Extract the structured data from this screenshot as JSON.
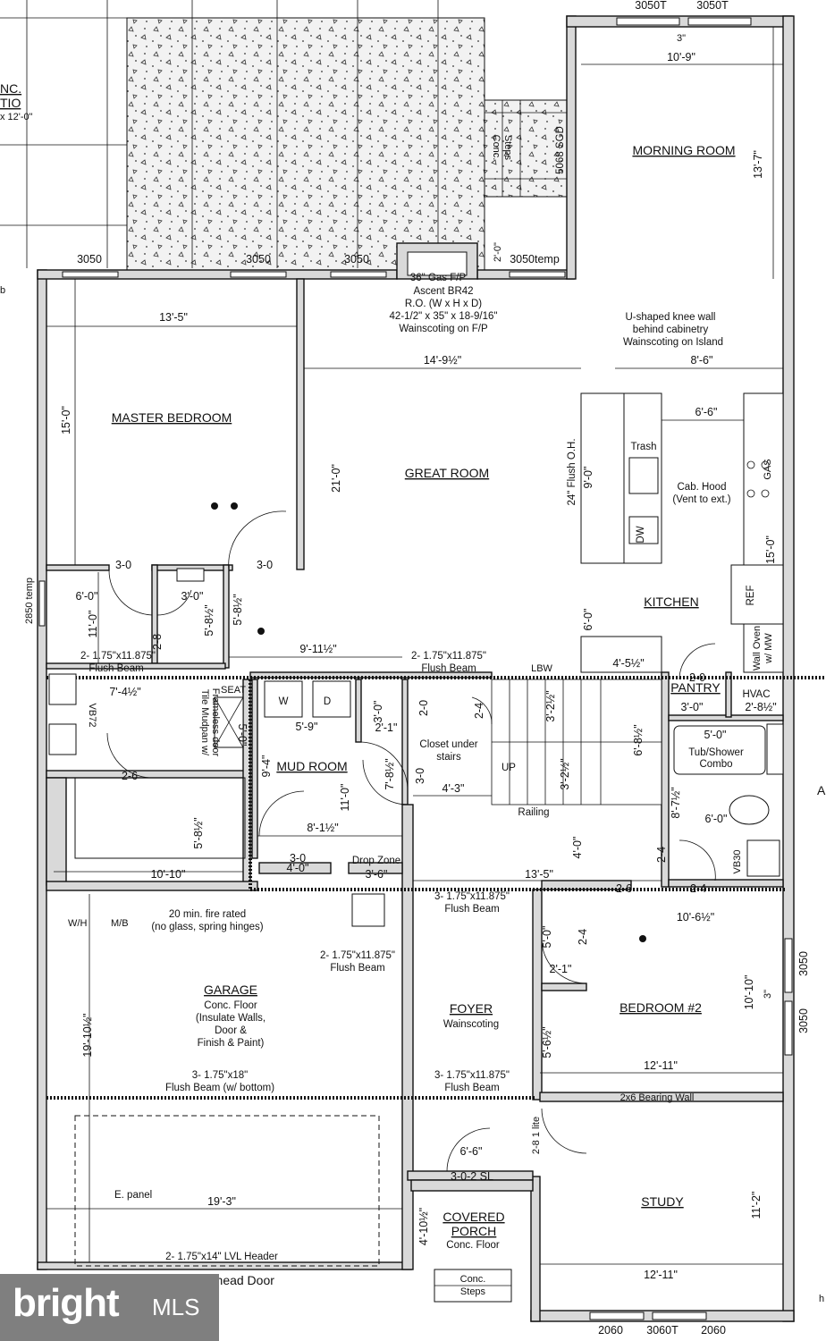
{
  "rooms": {
    "master_bedroom": "MASTER BEDROOM",
    "great_room": "GREAT ROOM",
    "morning_room": "MORNING ROOM",
    "kitchen": "KITCHEN",
    "mud_room": "MUD ROOM",
    "pantry": "PANTRY",
    "hvac": "HVAC",
    "garage": "GARAGE",
    "foyer": "FOYER",
    "bedroom2": "BEDROOM #2",
    "study": "STUDY",
    "covered_porch_1": "COVERED",
    "covered_porch_2": "PORCH",
    "patio_1": "NC.",
    "patio_2": "TIO"
  },
  "notes": {
    "patio_size": "x 12'-0\"",
    "fireplace": [
      "36\" Gas F/P",
      "Ascent BR42",
      "R.O. (W x H x D)",
      "42-1/2\" x 35\" x 18-9/16\"",
      "Wainscoting on F/P"
    ],
    "knee_wall": [
      "U-shaped knee wall",
      "behind cabinetry",
      "Wainscoting on Island"
    ],
    "hood": [
      "Cab. Hood",
      "(Vent to ext.)"
    ],
    "trash": "Trash",
    "dw": "DW",
    "gas": "GAS",
    "ref": "REF",
    "wall_oven": [
      "Wall Oven",
      "w/ MW"
    ],
    "flush_oh": "24\" Flush O.H.",
    "conc_steps_top": [
      "Conc.",
      "Steps"
    ],
    "sgd": "5068 SGD",
    "beam_master": [
      "2- 1.75\"x11.875\"",
      "Flush Beam"
    ],
    "beam_great": [
      "2- 1.75\"x11.875\"",
      "Flush Beam"
    ],
    "lbw": "LBW",
    "seat": "SEAT",
    "mudpan": [
      "Tile Mudpan w/",
      "Frameless door"
    ],
    "vb72": "VB72",
    "vb30": "VB30",
    "w": "W",
    "d": "D",
    "closet": [
      "Closet under",
      "stairs"
    ],
    "up": "UP",
    "railing": "Railing",
    "tub": [
      "Tub/Shower",
      "Combo"
    ],
    "drop_zone": "Drop Zone",
    "beam_foyer_top": [
      "3- 1.75\"x11.875\"",
      "Flush Beam"
    ],
    "wh": "W/H",
    "mb": "M/B",
    "fire_door": [
      "20 min. fire rated",
      "(no glass, spring hinges)"
    ],
    "beam_garage_top": [
      "2- 1.75\"x11.875\"",
      "Flush Beam"
    ],
    "garage_detail": [
      "Conc. Floor",
      "(Insulate Walls,",
      "Door &",
      "Finish & Paint)"
    ],
    "foyer_detail": "Wainscoting",
    "beam_garage": [
      "3- 1.75\"x18\"",
      "Flush Beam (w/ bottom)"
    ],
    "beam_foyer": [
      "3- 1.75\"x11.875\"",
      "Flush Beam"
    ],
    "bearing_wall": "2x6 Bearing Wall",
    "e_panel": "E. panel",
    "lvl_header": "2- 1.75\"x14\" LVL Header",
    "overhead": "erhead Door",
    "porch_floor": "Conc. Floor",
    "conc_steps_bottom": [
      "Conc.",
      "Steps"
    ],
    "sl": "3-0-2 SL",
    "lite": "2-8 1 lite",
    "edge_b": "b",
    "edge_a": "A",
    "edge_h": "h"
  },
  "windows": {
    "w1": "3050",
    "w2": "3050",
    "w3": "3050",
    "w4": "3050temp",
    "top1": "3050T",
    "top2": "3050T",
    "left_temp": "2850 temp",
    "right1": "3050",
    "right2": "3050",
    "bottom1": "2060",
    "bottom2": "3060T",
    "bottom3": "2060"
  },
  "dims": {
    "morning_w": "10'-9\"",
    "morning_h": "13'-7\"",
    "morning_3": "3\"",
    "master_w": "13'-5\"",
    "master_h": "15'-0\"",
    "great_w": "14'-9½\"",
    "great_h": "21'-0\"",
    "kitchen_85": "8'-6\"",
    "kitchen_66": "6'-6\"",
    "kitchen_90": "9'-0\"",
    "kitchen_150": "15'-0\"",
    "kitchen_60": "6'-0\"",
    "kitchen_45": "4'-5½\"",
    "fp_20": "2'-0\"",
    "d30a": "3-0",
    "d30b": "3-0",
    "d60": "6'-0\"",
    "d30c": "3'-0\"",
    "d58a": "5'-8½\"",
    "d110": "11'-0\"",
    "d28": "2-8",
    "d58b": "5'-8½\"",
    "d911": "9'-11½\"",
    "d74": "7'-4½\"",
    "d26": "2-6",
    "d50": "5'-0\"",
    "d58c": "5'-8½\"",
    "d1010": "10'-10\"",
    "d59": "5'-9\"",
    "d94": "9'-4\"",
    "d110b": "11'-0\"",
    "d81": "8'-1½\"",
    "d30d": "3-0",
    "d40": "4'-0\"",
    "d36": "3'-6\"",
    "d30e": "3'-0\"",
    "d21": "2'-1\"",
    "d20": "2-0",
    "d24": "2-4",
    "d78": "7'-8½\"",
    "d30f": "3-0",
    "d43": "4'-3\"",
    "d32a": "3'-2½\"",
    "d32b": "3'-2½\"",
    "d68": "6'-8½\"",
    "d20b": "2-0",
    "d30g": "3'-0\"",
    "d28b": "2'-8½\"",
    "d50b": "5'-0\"",
    "d87": "8'-7½\"",
    "d60b": "6'-0\"",
    "d40b": "4'-0\"",
    "d24b": "2-4",
    "d135": "13'-5\"",
    "d26b": "2-6",
    "d24c": "2-4",
    "d24d": "2-4",
    "d106": "10'-6½\"",
    "d50c": "5'-0\"",
    "d21b": "2'-1\"",
    "d1010b": "10'-10\"",
    "d3in": "3\"",
    "d56": "5'-6½\"",
    "d1211": "12'-11\"",
    "d1910": "19'-10½\"",
    "d193": "19'-3\"",
    "d66": "6'-6\"",
    "d410": "4'-10½\"",
    "d112": "11'-2\"",
    "d1211b": "12'-11\""
  },
  "watermark": {
    "brand": "bright",
    "suffix": "MLS"
  }
}
